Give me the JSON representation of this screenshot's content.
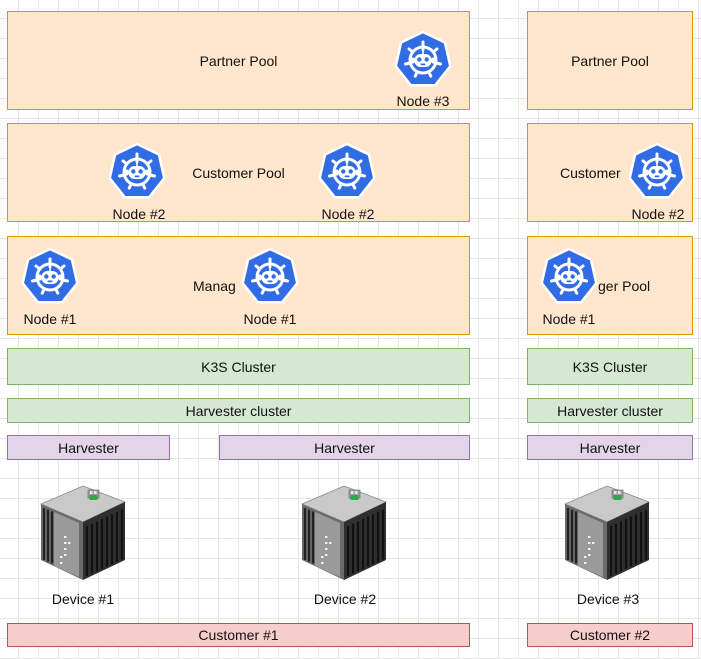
{
  "pools": {
    "partner_label": "Partner Pool",
    "customer_label": "Customer Pool",
    "manager_label": "Manager Pool",
    "customer_label_partial": "Customer",
    "manager_label_partial_left": "Manag",
    "manager_label_partial_right": "ger Pool"
  },
  "nodes": {
    "node1": "Node #1",
    "node2": "Node #2",
    "node3": "Node #3",
    "icon": "kubernetes-node-icon"
  },
  "clusters": {
    "k3s": "K3S Cluster",
    "harvester_cluster": "Harvester cluster",
    "harvester": "Harvester"
  },
  "devices": {
    "device1": "Device #1",
    "device2": "Device #2",
    "device3": "Device #3",
    "icon": "server-device-icon"
  },
  "customers": {
    "customer1": "Customer #1",
    "customer2": "Customer #2"
  },
  "colors": {
    "pool_fill": "#ffe6cc",
    "pool_border": "#d79b00",
    "cluster_fill": "#d5e8d4",
    "cluster_border": "#82b366",
    "harvester_fill": "#e1d5e7",
    "harvester_border": "#9673a6",
    "customer_fill": "#f8cecc",
    "customer_border": "#b85450",
    "k8s_blue": "#326ce5"
  }
}
